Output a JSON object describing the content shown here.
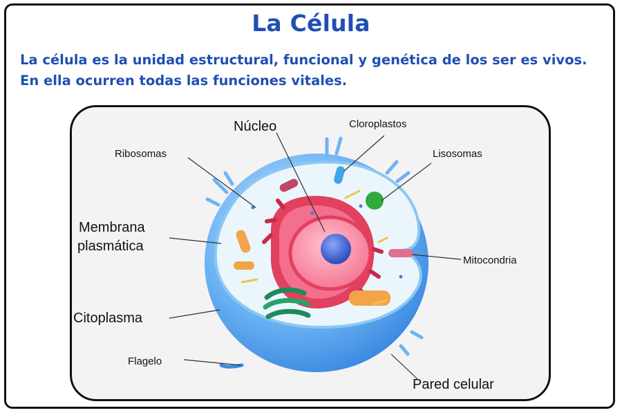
{
  "title": "La Célula",
  "description": {
    "line1": "La célula es la unidad estructural, funcional y genética de los ser es vivos.",
    "line2": "En ella ocurren todas las funciones vitales."
  },
  "labels": {
    "nucleo": "Núcleo",
    "cloroplastos": "Cloroplastos",
    "ribosomas": "Ribosomas",
    "lisosomas": "Lisosomas",
    "membrana_line1": "Membrana",
    "membrana_line2": "plasmática",
    "mitocondria": "Mitocondria",
    "citoplasma": "Citoplasma",
    "flagelo": "Flagelo",
    "pared_celular": "Pared celular"
  },
  "colors": {
    "title": "#1f4fb4",
    "membrane": "#5aa8f2",
    "cytoplasm": "#e8f4fb",
    "nucleus_core": "#3b5fc9",
    "er": "#e2405f",
    "golgi": "#1e8a57",
    "mitochondria": "#f3a34a"
  }
}
